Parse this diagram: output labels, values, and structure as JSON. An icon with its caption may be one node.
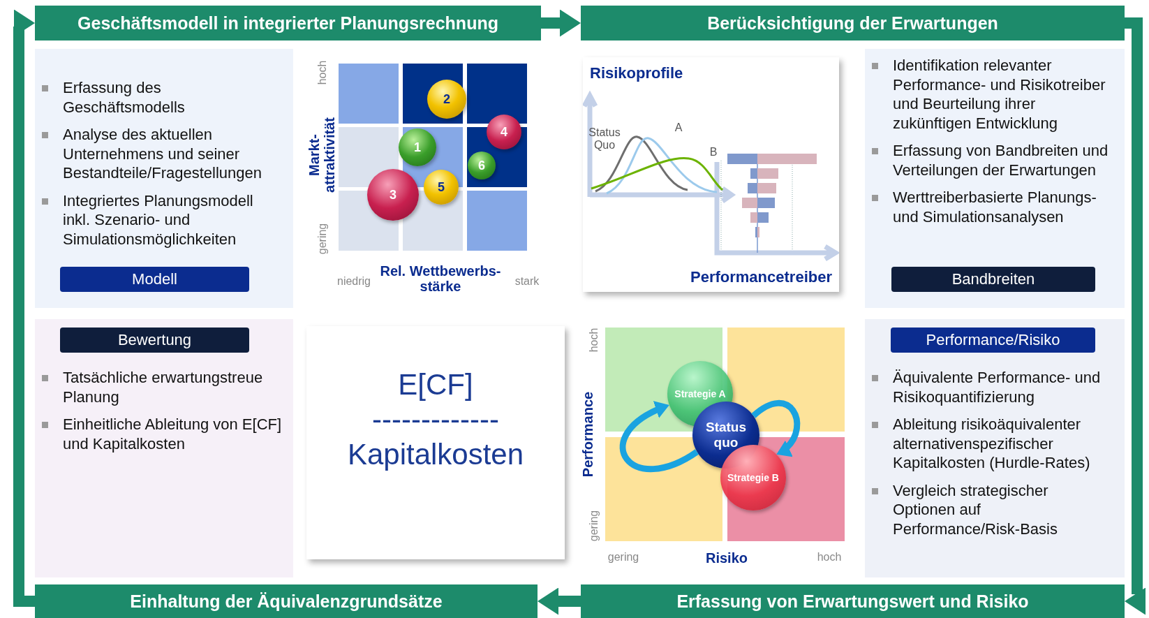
{
  "diagram": {
    "nodes": [
      {
        "text": [
          "Geschäftsmodell in integrierter Planungsrechnung"
        ]
      },
      {
        "text": [
          "Berücksichtigung der Erwartungen"
        ]
      },
      {
        "text": [
          "Erfassung des Geschäftsmodells",
          "Analyse des aktuellen Unternehmens und seiner Bestandteile/Fragestellungen",
          "Integriertes Planungsmodell inkl. Szenario- und Simulationsmöglichkeiten"
        ]
      },
      {
        "text": [
          "Modell"
        ],
        "in": 2
      },
      {
        "text": [
          "2"
        ]
      },
      {
        "text": [
          "4"
        ]
      },
      {
        "text": [
          "1"
        ]
      },
      {
        "text": [
          "6"
        ]
      },
      {
        "text": [
          "3"
        ]
      },
      {
        "text": [
          "5"
        ]
      },
      {
        "text": [
          "Risikoprofile",
          "Performancetreiber"
        ]
      },
      {
        "text": [
          "Identifikation relevanter Performance- und Risikotreiber und Beurteilung ihrer zukünftigen Entwicklung",
          "Erfassung von Bandbreiten und Verteilungen der Erwartungen",
          "Werttreiberbasierte Planungs- und Simulationsanalysen"
        ]
      },
      {
        "text": [
          "Bandbreiten"
        ],
        "in": 11
      },
      {
        "text": [
          "Tatsächliche erwartungstreue Planung",
          "Einheitliche Ableitung von E[CF] und Kapitalkosten"
        ]
      },
      {
        "text": [
          "Bewertung"
        ],
        "in": 13
      },
      {
        "text": [
          "E[CF]",
          "-------------",
          "Kapitalkosten"
        ]
      },
      {
        "text": [
          "Strategie A"
        ]
      },
      {
        "text": [
          "Status quo"
        ]
      },
      {
        "text": [
          "Strategie B"
        ]
      },
      {
        "text": [
          "Äquivalente Performance- und Risikoquantifizierung",
          "Ableitung risikoäquivalenter alternativenspezifischer Kapitalkosten (Hurdle-Rates)",
          "Vergleich strategischer Optionen auf Performance/Risk-Basis"
        ]
      },
      {
        "text": [
          "Performance/Risiko"
        ],
        "in": 19
      },
      {
        "text": [
          "Einhaltung der Äquivalenzgrundsätze"
        ]
      },
      {
        "text": [
          "Erfassung von Erwartungswert und Risiko"
        ]
      }
    ],
    "edges": [
      {
        "from": 0,
        "to": 1,
        "arrow": "to"
      },
      {
        "from": 1,
        "to": 22,
        "arrow": "to"
      },
      {
        "from": 22,
        "to": 21,
        "arrow": "to"
      },
      {
        "from": 21,
        "to": 0,
        "arrow": "to"
      },
      {
        "from": 17,
        "to": 16,
        "arrow": "to",
        "color": "#1aa3e0"
      },
      {
        "from": 17,
        "to": 18,
        "arrow": "to",
        "color": "#1aa3e0"
      }
    ],
    "labels": [
      "hoch",
      "Markt- attraktivität",
      "gering",
      "niedrig",
      "Rel. Wettbewerbs- stärke",
      "stark",
      "Status Quo",
      "A",
      "B",
      "hoch",
      "Performance",
      "gering",
      "gering",
      "Risiko",
      "hoch"
    ]
  }
}
